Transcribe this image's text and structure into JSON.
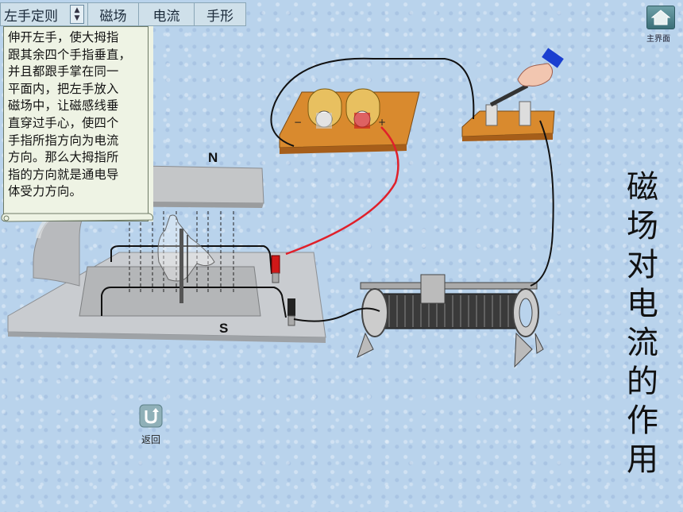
{
  "tabs": {
    "main": "左手定则",
    "magnetic_field": "磁场",
    "current": "电流",
    "hand_shape": "手形"
  },
  "spinner": {
    "up": "▲",
    "down": "▼"
  },
  "description": "伸开左手，使大拇指跟其余四个手指垂直，并且都跟手掌在同一平面内，把左手放入磁场中，让磁感线垂直穿过手心，使四个手指所指方向为电流方向。那么大拇指所指的方向就是通电导体受力方向。",
  "description_lines": [
    "伸开左手，使大拇指",
    "跟其余四个手指垂直，",
    "并且都跟手掌在同一",
    "平面内，把左手放入",
    "磁场中，让磁感线垂",
    "直穿过手心，使四个",
    "手指所指方向为电流",
    "方向。那么大拇指所",
    "指的方向就是通电导",
    "体受力方向。"
  ],
  "home": {
    "label": "主界面",
    "icon": "house-icon"
  },
  "back": {
    "label": "返回",
    "icon": "u-turn-icon"
  },
  "title_chars": [
    "磁",
    "场",
    "对",
    "电",
    "流",
    "的",
    "作",
    "用"
  ],
  "poles": {
    "north": "N",
    "south": "S"
  },
  "colors": {
    "background": "#b9d3ec",
    "wire": "#111111",
    "red_wire": "#e0202a",
    "board": "#d98a2e",
    "panel": "#eef3e4"
  }
}
